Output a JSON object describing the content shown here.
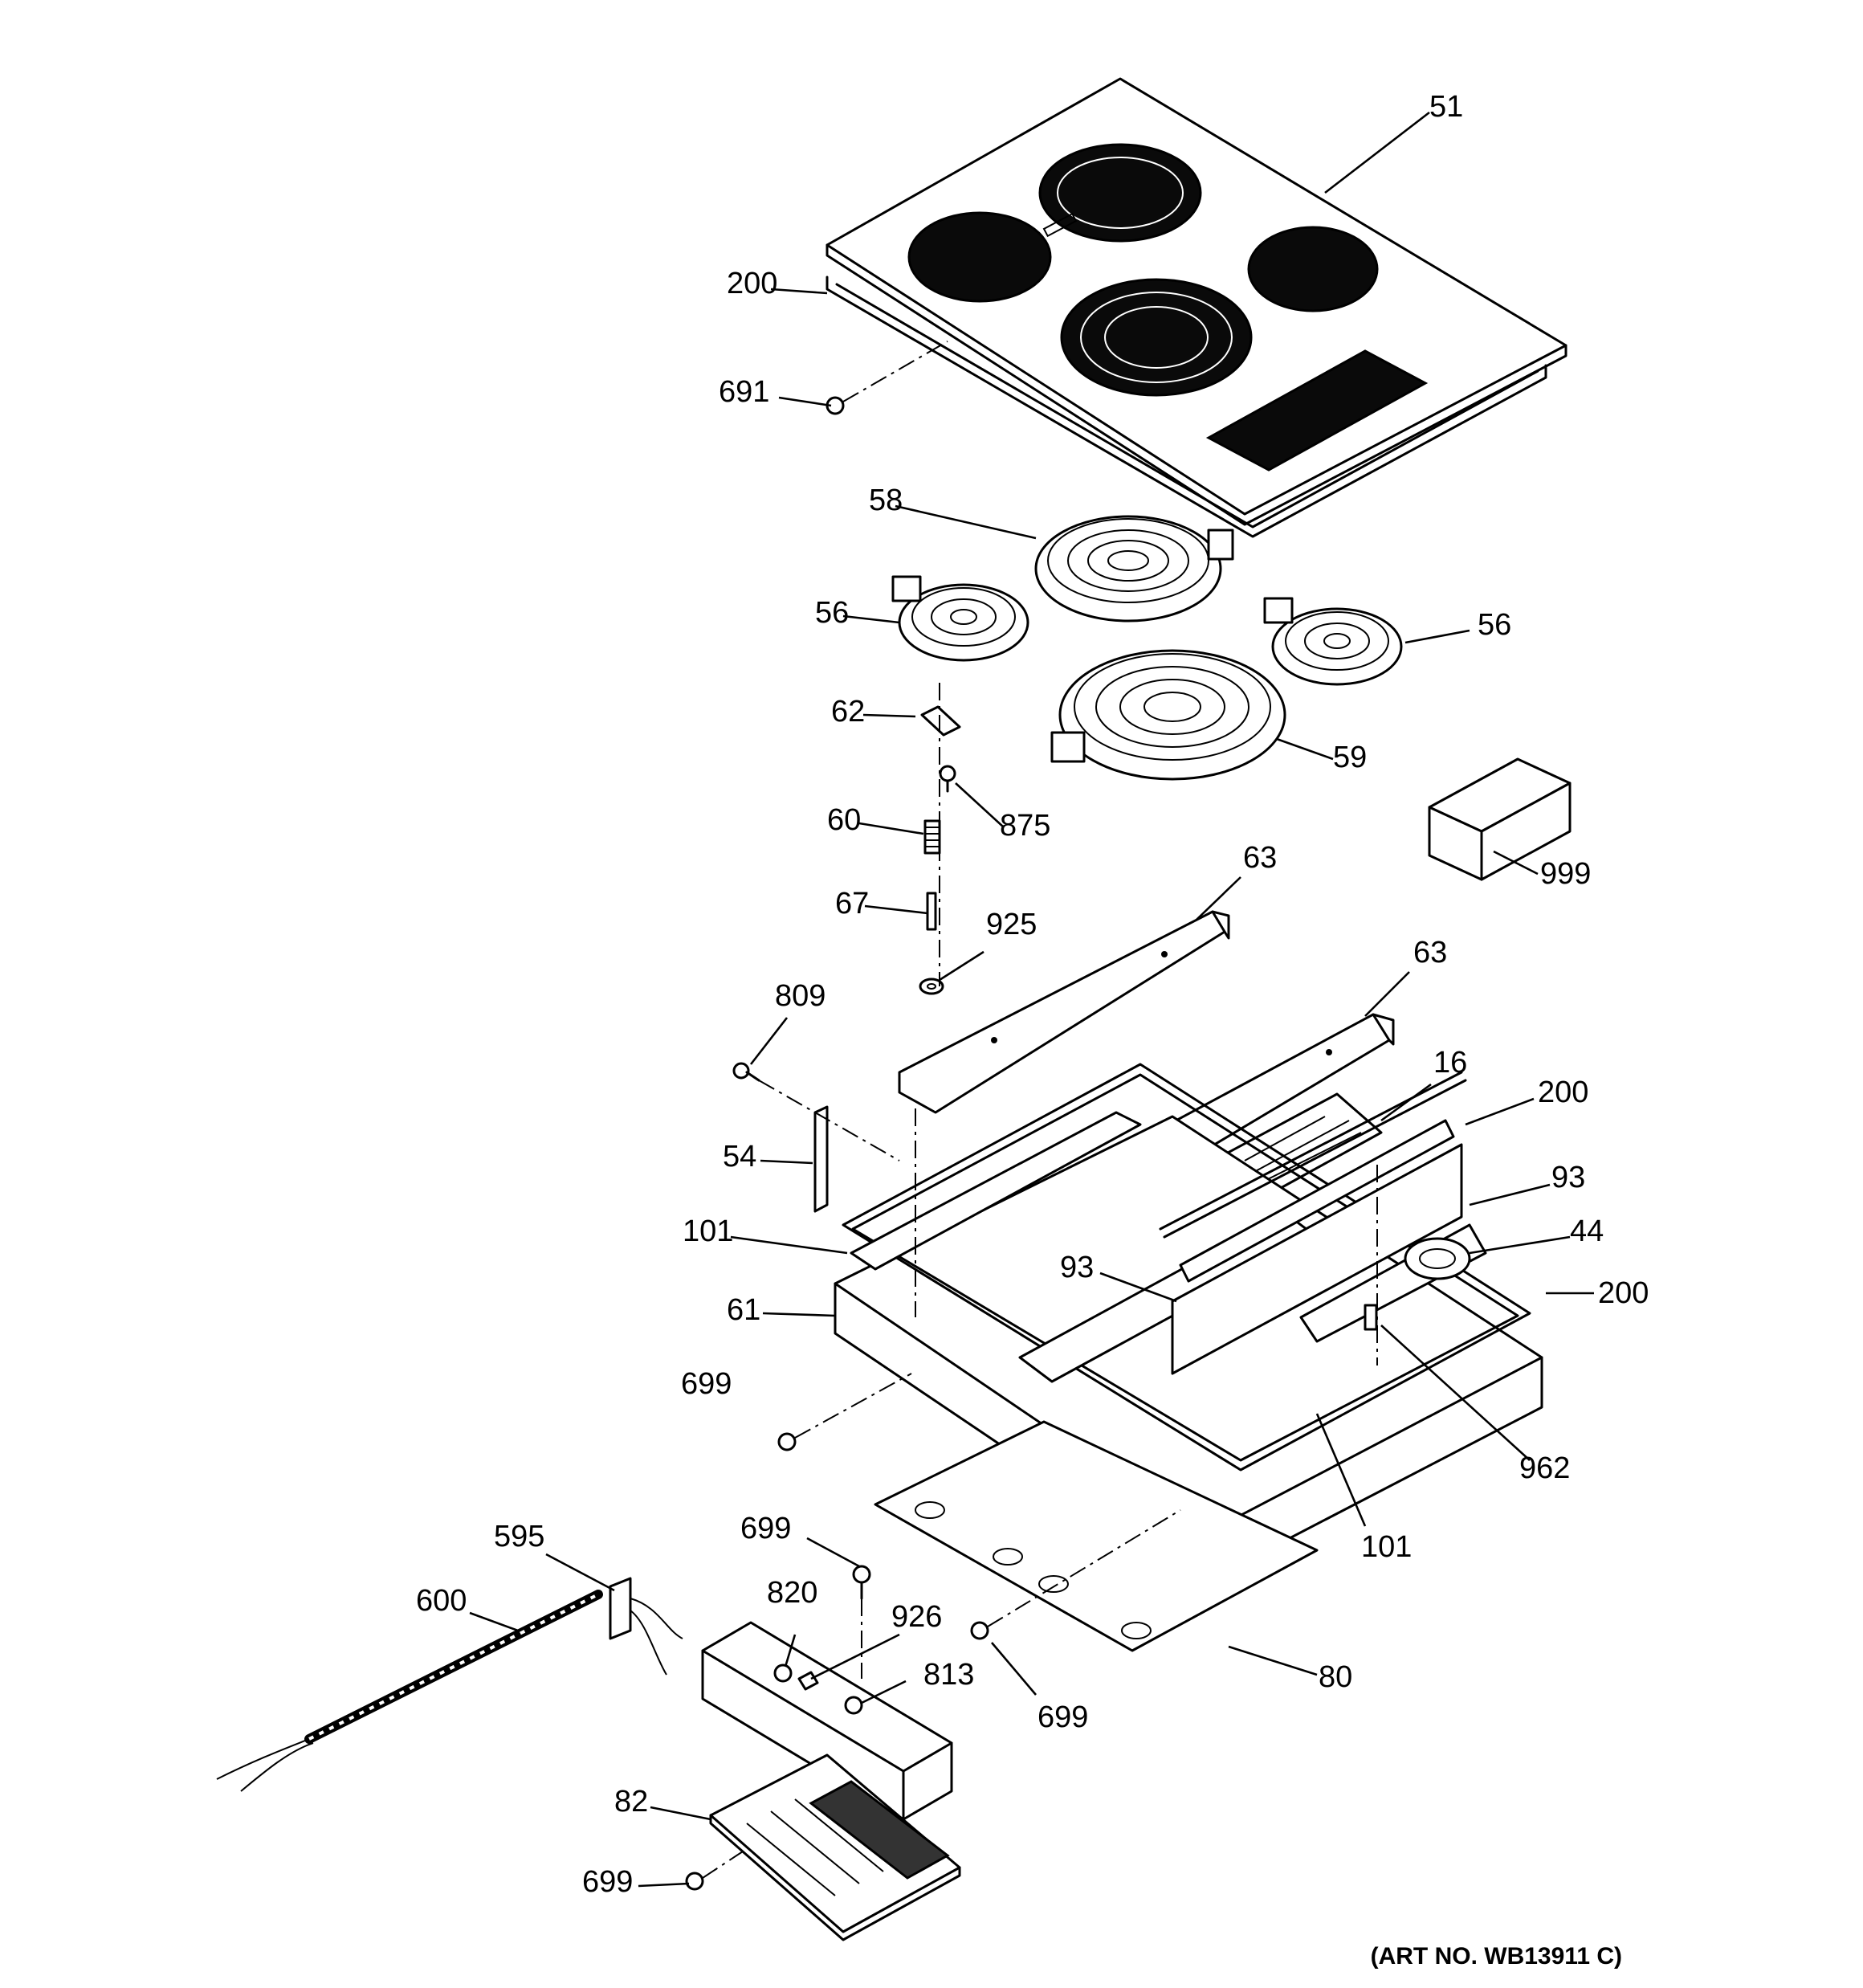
{
  "diagram": {
    "art_number": "(ART NO. WB13911 C)",
    "callouts": [
      "51",
      "200",
      "691",
      "58",
      "56",
      "56",
      "62",
      "875",
      "59",
      "60",
      "999",
      "67",
      "925",
      "63",
      "63",
      "809",
      "16",
      "200",
      "54",
      "93",
      "44",
      "101",
      "93",
      "200",
      "61",
      "699",
      "962",
      "101",
      "595",
      "699",
      "820",
      "926",
      "600",
      "813",
      "80",
      "699",
      "82",
      "699"
    ]
  }
}
